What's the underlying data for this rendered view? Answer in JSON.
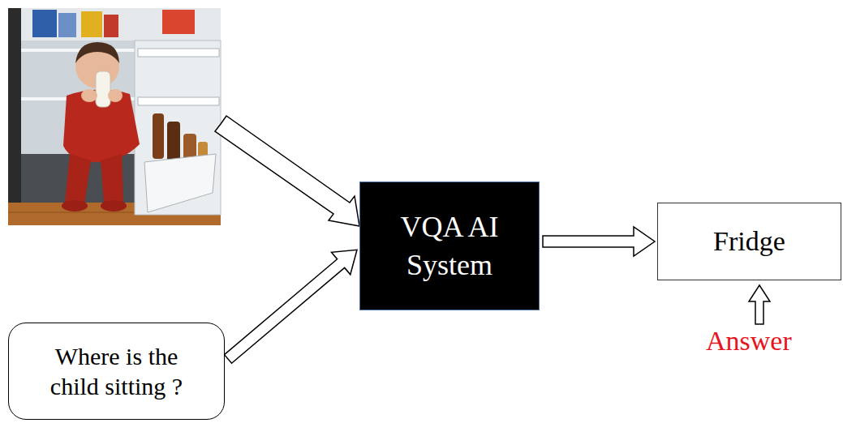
{
  "diagram": {
    "nodes": [
      {
        "text": [
          "Where is the child sitting ?"
        ]
      },
      {
        "text": [
          "VQA AI System"
        ]
      },
      {
        "text": [
          "Fridge"
        ]
      }
    ],
    "edges": [
      {
        "from": 0,
        "to": 1,
        "arrow": "to"
      },
      {
        "from": 1,
        "to": 2,
        "arrow": "to"
      }
    ],
    "labels": [
      "Answer"
    ]
  }
}
